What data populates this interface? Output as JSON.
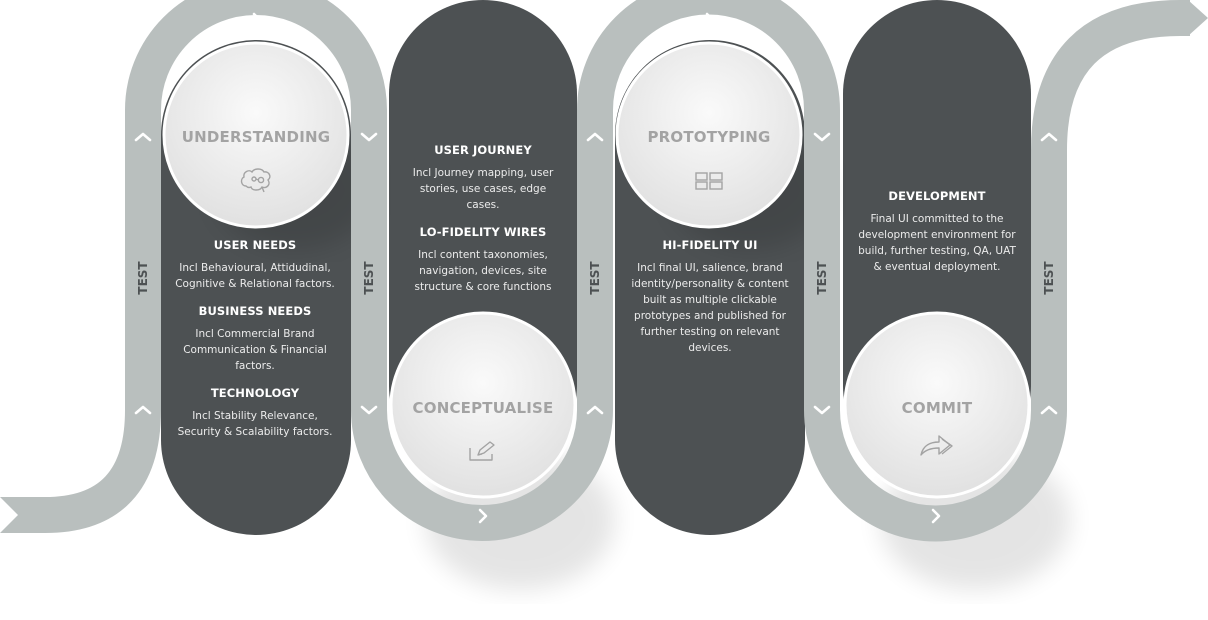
{
  "phases": [
    {
      "title": "UNDERSTANDING",
      "icon": "brain-icon"
    },
    {
      "title": "CONCEPTUALISE",
      "icon": "edit-icon"
    },
    {
      "title": "PROTOTYPING",
      "icon": "layout-icon"
    },
    {
      "title": "COMMIT",
      "icon": "share-arrow-icon"
    }
  ],
  "panels": {
    "understanding": [
      {
        "heading": "USER NEEDS",
        "body": "Incl Behavioural, Attidudinal, Cognitive & Relational factors."
      },
      {
        "heading": "BUSINESS NEEDS",
        "body": "Incl Commercial Brand Communication & Financial factors."
      },
      {
        "heading": "TECHNOLOGY",
        "body": "Incl Stability Relevance, Security & Scalability factors."
      }
    ],
    "conceptualise": [
      {
        "heading": "USER JOURNEY",
        "body": "Incl Journey mapping, user stories, use cases, edge cases."
      },
      {
        "heading": "LO-FIDELITY WIRES",
        "body": "Incl content taxonomies, navigation, devices, site structure & core functions"
      }
    ],
    "prototyping": [
      {
        "heading": "HI-FIDELITY UI",
        "body": "Incl final UI, salience, brand identity/personality & content built as multiple clickable prototypes and published for further testing on relevant devices."
      }
    ],
    "commit": [
      {
        "heading": "DEVELOPMENT",
        "body": "Final UI committed to the development environment for build, further testing, QA, UAT & eventual deployment."
      }
    ]
  },
  "test_labels": [
    "TEST",
    "TEST",
    "TEST",
    "TEST",
    "TEST"
  ],
  "colors": {
    "track": "#b9bfbe",
    "panel": "#4d5153",
    "circle": "#f2f2f2",
    "title": "#a3a3a3",
    "chevron": "#ffffff"
  }
}
